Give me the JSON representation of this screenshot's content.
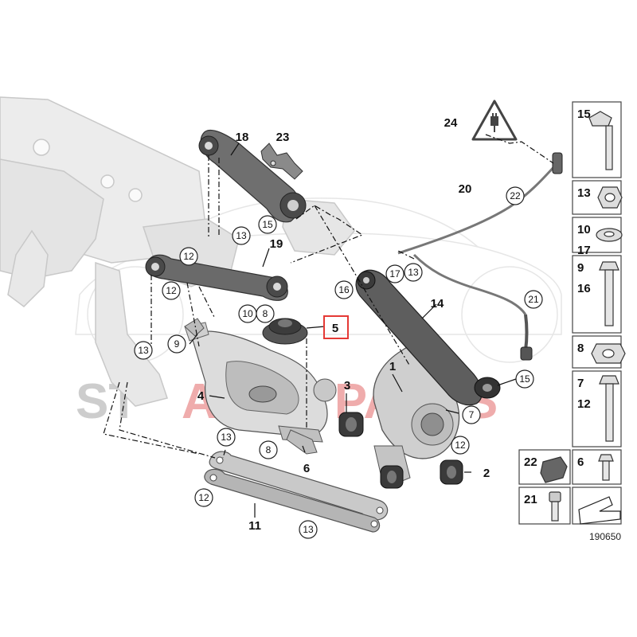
{
  "diagram": {
    "reference_number": "190650",
    "watermark": {
      "left": "ST",
      "right": "AUTO PARTS",
      "color_left": "#bdbdbd",
      "color_right": "#e36a6a"
    },
    "highlight_color": "#e53935",
    "callouts": [
      {
        "id": "c18",
        "text": "18",
        "circled": false
      },
      {
        "id": "c23",
        "text": "23",
        "circled": false
      },
      {
        "id": "c15a",
        "text": "15",
        "circled": true
      },
      {
        "id": "c13a",
        "text": "13",
        "circled": true
      },
      {
        "id": "c19",
        "text": "19",
        "circled": false
      },
      {
        "id": "c12a",
        "text": "12",
        "circled": true
      },
      {
        "id": "c12b",
        "text": "12",
        "circled": true
      },
      {
        "id": "c10",
        "text": "10",
        "circled": true
      },
      {
        "id": "c8a",
        "text": "8",
        "circled": true
      },
      {
        "id": "c5",
        "text": "5",
        "circled": false,
        "highlighted": true
      },
      {
        "id": "c9",
        "text": "9",
        "circled": true
      },
      {
        "id": "c13b",
        "text": "13",
        "circled": true
      },
      {
        "id": "c24",
        "text": "24",
        "circled": false
      },
      {
        "id": "c22a",
        "text": "22",
        "circled": true
      },
      {
        "id": "c20",
        "text": "20",
        "circled": false
      },
      {
        "id": "c17",
        "text": "17",
        "circled": true
      },
      {
        "id": "c13c",
        "text": "13",
        "circled": true
      },
      {
        "id": "c16",
        "text": "16",
        "circled": true
      },
      {
        "id": "c14",
        "text": "14",
        "circled": false
      },
      {
        "id": "c21a",
        "text": "21",
        "circled": true
      },
      {
        "id": "c1",
        "text": "1",
        "circled": false
      },
      {
        "id": "c15b",
        "text": "15",
        "circled": true
      },
      {
        "id": "c3",
        "text": "3",
        "circled": false
      },
      {
        "id": "c4",
        "text": "4",
        "circled": false
      },
      {
        "id": "c7",
        "text": "7",
        "circled": true
      },
      {
        "id": "c8b",
        "text": "8",
        "circled": true
      },
      {
        "id": "c6",
        "text": "6",
        "circled": false
      },
      {
        "id": "c13d",
        "text": "13",
        "circled": true
      },
      {
        "id": "c12c",
        "text": "12",
        "circled": true
      },
      {
        "id": "c2",
        "text": "2",
        "circled": false
      },
      {
        "id": "c12d",
        "text": "12",
        "circled": true
      },
      {
        "id": "c11",
        "text": "11",
        "circled": false
      },
      {
        "id": "c13e",
        "text": "13",
        "circled": true
      }
    ],
    "hardware_panel": [
      {
        "id": "h15",
        "numbers": [
          "15"
        ],
        "icon": "flanged-bolt-icon"
      },
      {
        "id": "h13",
        "numbers": [
          "13"
        ],
        "icon": "hex-nut-icon"
      },
      {
        "id": "h10",
        "numbers": [
          "10",
          "17"
        ],
        "icon": "washer-icon"
      },
      {
        "id": "h9",
        "numbers": [
          "9",
          "16"
        ],
        "icon": "hex-bolt-icon"
      },
      {
        "id": "h8",
        "numbers": [
          "8"
        ],
        "icon": "flange-nut-icon"
      },
      {
        "id": "h7",
        "numbers": [
          "7",
          "12"
        ],
        "icon": "long-bolt-icon"
      },
      {
        "id": "h22",
        "numbers": [
          "22"
        ],
        "icon": "cable-clip-icon"
      },
      {
        "id": "h6",
        "numbers": [
          "6"
        ],
        "icon": "small-bolt-icon"
      },
      {
        "id": "h21",
        "numbers": [
          "21"
        ],
        "icon": "socket-screw-icon"
      },
      {
        "id": "hArrow",
        "numbers": [],
        "icon": "direction-arrow-icon"
      }
    ]
  }
}
